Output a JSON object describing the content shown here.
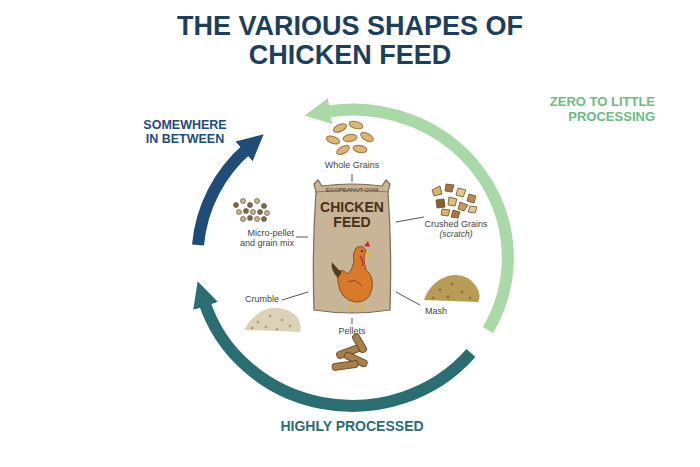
{
  "diagram": {
    "title": "THE VARIOUS SHAPES OF CHICKEN FEED",
    "nodes": [
      {
        "text": [
          "ECOPEANUT.COM",
          "CHICKEN FEED"
        ]
      }
    ],
    "labels": [
      "ZERO TO LITTLE PROCESSING",
      "SOMEWHERE IN BETWEEN",
      "HIGHLY PROCESSED",
      "Whole Grains",
      "Crushed Grains",
      "(scratch)",
      "Mash",
      "Pellets",
      "Crumble",
      "Micro-pellet and grain mix"
    ]
  }
}
